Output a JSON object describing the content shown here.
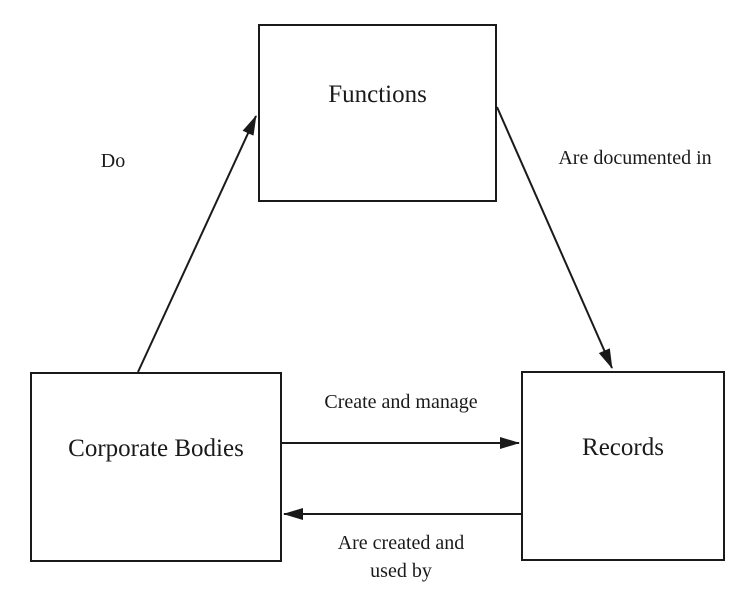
{
  "diagram": {
    "nodes": [
      {
        "id": "functions",
        "label": "Functions"
      },
      {
        "id": "corporate-bodies",
        "label": "Corporate Bodies"
      },
      {
        "id": "records",
        "label": "Records"
      }
    ],
    "edges": [
      {
        "id": "do",
        "label": "Do",
        "from": "Corporate Bodies",
        "to": "Functions"
      },
      {
        "id": "are-documented-in",
        "label": "Are documented in",
        "from": "Functions",
        "to": "Records"
      },
      {
        "id": "create-and-manage",
        "label": "Create and manage",
        "from": "Corporate Bodies",
        "to": "Records"
      },
      {
        "id": "are-created-used",
        "label": "Are created and used by",
        "from": "Records",
        "to": "Corporate Bodies"
      }
    ],
    "colors": {
      "line": "#1a1a1a",
      "text": "#1a1a1a",
      "background": "#ffffff"
    }
  }
}
